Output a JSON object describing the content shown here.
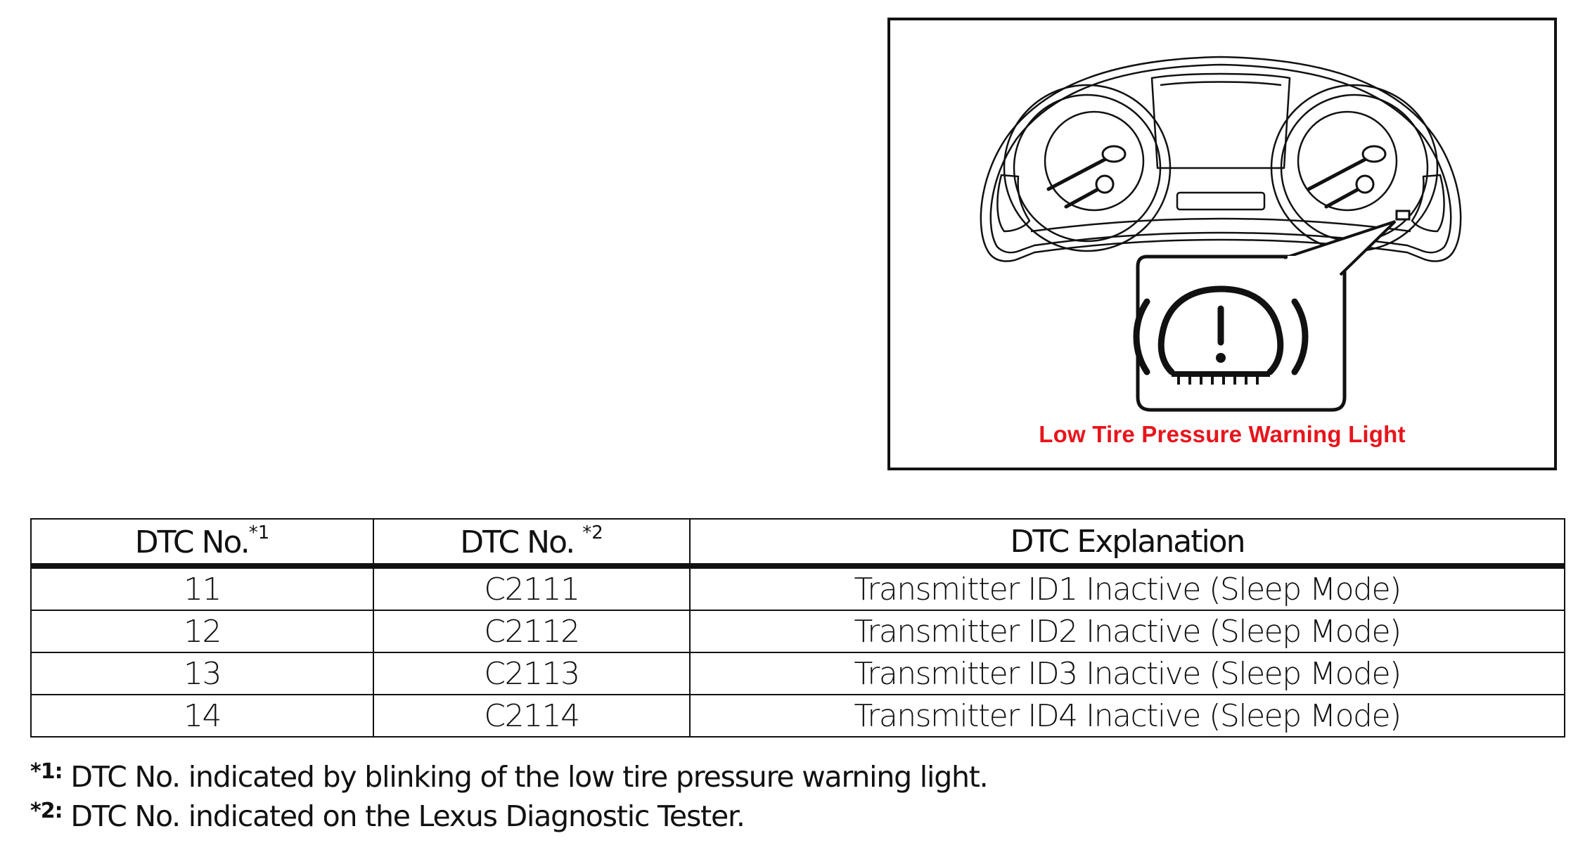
{
  "figure": {
    "caption": "Low Tire Pressure Warning Light",
    "icons": [
      "instrument-cluster-icon",
      "tire-pressure-warning-icon"
    ],
    "caption_color": "#e8141c"
  },
  "table": {
    "headers": [
      {
        "label": "DTC No.",
        "note": "*1"
      },
      {
        "label": "DTC No. ",
        "note": "*2"
      },
      {
        "label": "DTC Explanation",
        "note": ""
      }
    ],
    "rows": [
      [
        "11",
        "C2111",
        "Transmitter ID1 Inactive (Sleep Mode)"
      ],
      [
        "12",
        "C2112",
        "Transmitter ID2 Inactive (Sleep Mode)"
      ],
      [
        "13",
        "C2113",
        "Transmitter ID3 Inactive (Sleep Mode)"
      ],
      [
        "14",
        "C2114",
        "Transmitter ID4 Inactive (Sleep Mode)"
      ]
    ]
  },
  "footnotes": [
    {
      "mark": "*1:",
      "text": " DTC No. indicated by blinking of the low tire pressure warning light."
    },
    {
      "mark": "*2:",
      "text": " DTC No. indicated on the Lexus Diagnostic Tester."
    }
  ]
}
